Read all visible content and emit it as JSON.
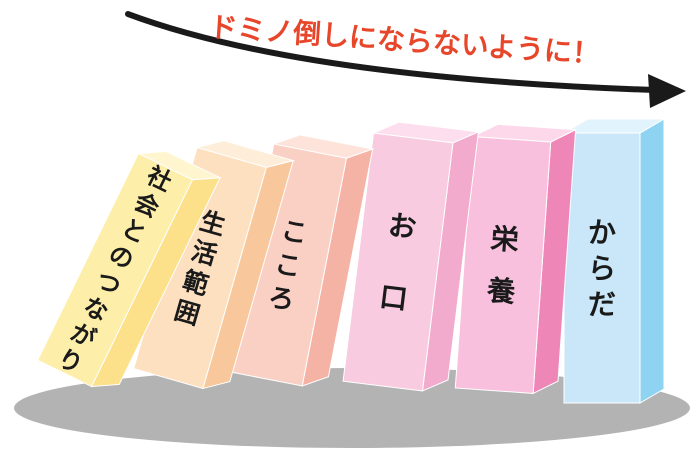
{
  "title": {
    "text": "ドミノ倒しにならないように！",
    "color": "#e8462a"
  },
  "arrow": {
    "color": "#1a1a1a"
  },
  "base": {
    "color": "#b3b3b3"
  },
  "dominoes": [
    {
      "label": "社会とのつながり",
      "front": "#fdeeaa",
      "side": "#fce08a",
      "top": "#fff6cf"
    },
    {
      "label": "生活範囲",
      "front": "#fde0c0",
      "side": "#f8c79b",
      "top": "#feeed9"
    },
    {
      "label": "こころ",
      "front": "#fbd0c4",
      "side": "#f5b3a5",
      "top": "#fde3da"
    },
    {
      "label": "お口",
      "front": "#f8cbe0",
      "side": "#f2abcd",
      "top": "#fcdeee"
    },
    {
      "label": "栄養",
      "front": "#f8c0dc",
      "side": "#ee86b8",
      "top": "#fcd8ea"
    },
    {
      "label": "からだ",
      "front": "#c9e7f8",
      "side": "#8fd3f2",
      "top": "#e1f3fc"
    }
  ]
}
